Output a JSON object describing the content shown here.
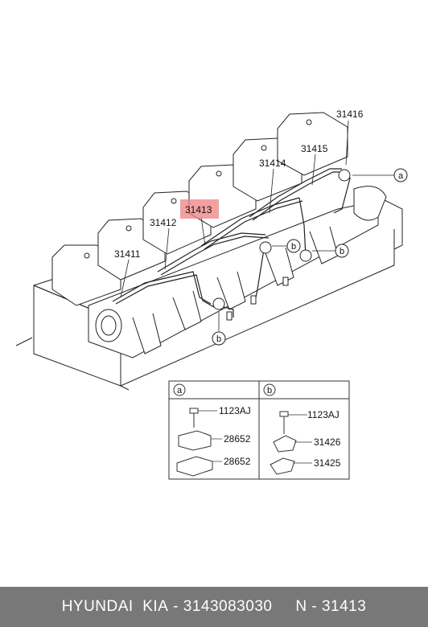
{
  "parts": {
    "p31411": "31411",
    "p31412": "31412",
    "p31413": "31413",
    "p31414": "31414",
    "p31415": "31415",
    "p31416": "31416"
  },
  "callouts": {
    "a": "a",
    "b": "b"
  },
  "detail_a": {
    "tag": "a",
    "bolt": "1123AJ",
    "clamp_upper": "28652",
    "clamp_lower": "28652"
  },
  "detail_b": {
    "tag": "b",
    "bolt": "1123AJ",
    "clamp_upper": "31426",
    "clamp_lower": "31425"
  },
  "highlight_color": "#f08080",
  "footer": {
    "brand": "HYUNDAI  KIA",
    "separator1": " - ",
    "part_number": "3143083030",
    "gap": "     ",
    "ref": "N - 31413"
  }
}
